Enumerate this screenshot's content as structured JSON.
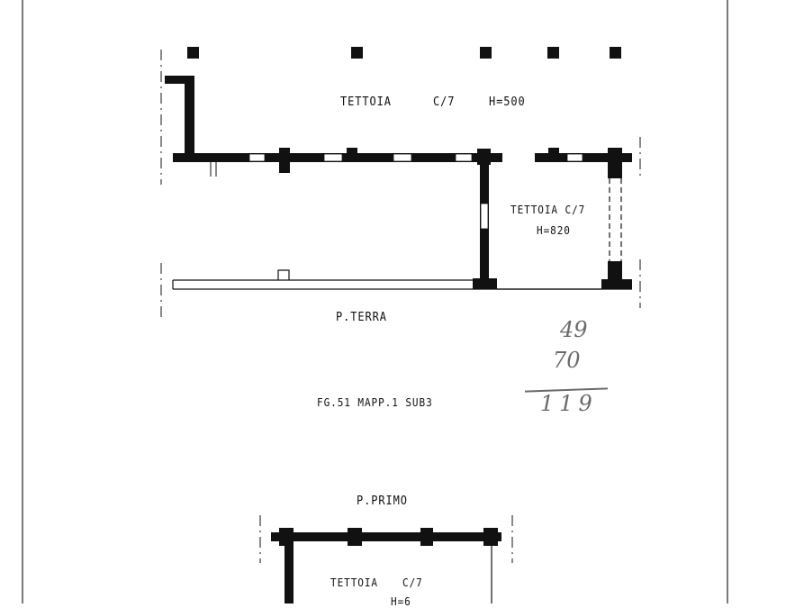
{
  "ground_floor": {
    "title": "P.TERRA",
    "shed_main": {
      "name": "TETTOIA",
      "category": "C/7",
      "height": "H=500"
    },
    "shed_side": {
      "name": "TETTOIA C/7",
      "height": "H=820"
    }
  },
  "cadastral_ref": "FG.51 MAPP.1 SUB3",
  "handwritten_sum": {
    "line1": "49",
    "line2": "70",
    "total": "119"
  },
  "first_floor": {
    "title": "P.PRIMO",
    "shed": {
      "name": "TETTOIA",
      "category": "C/7",
      "height_partial": "H=6"
    }
  }
}
